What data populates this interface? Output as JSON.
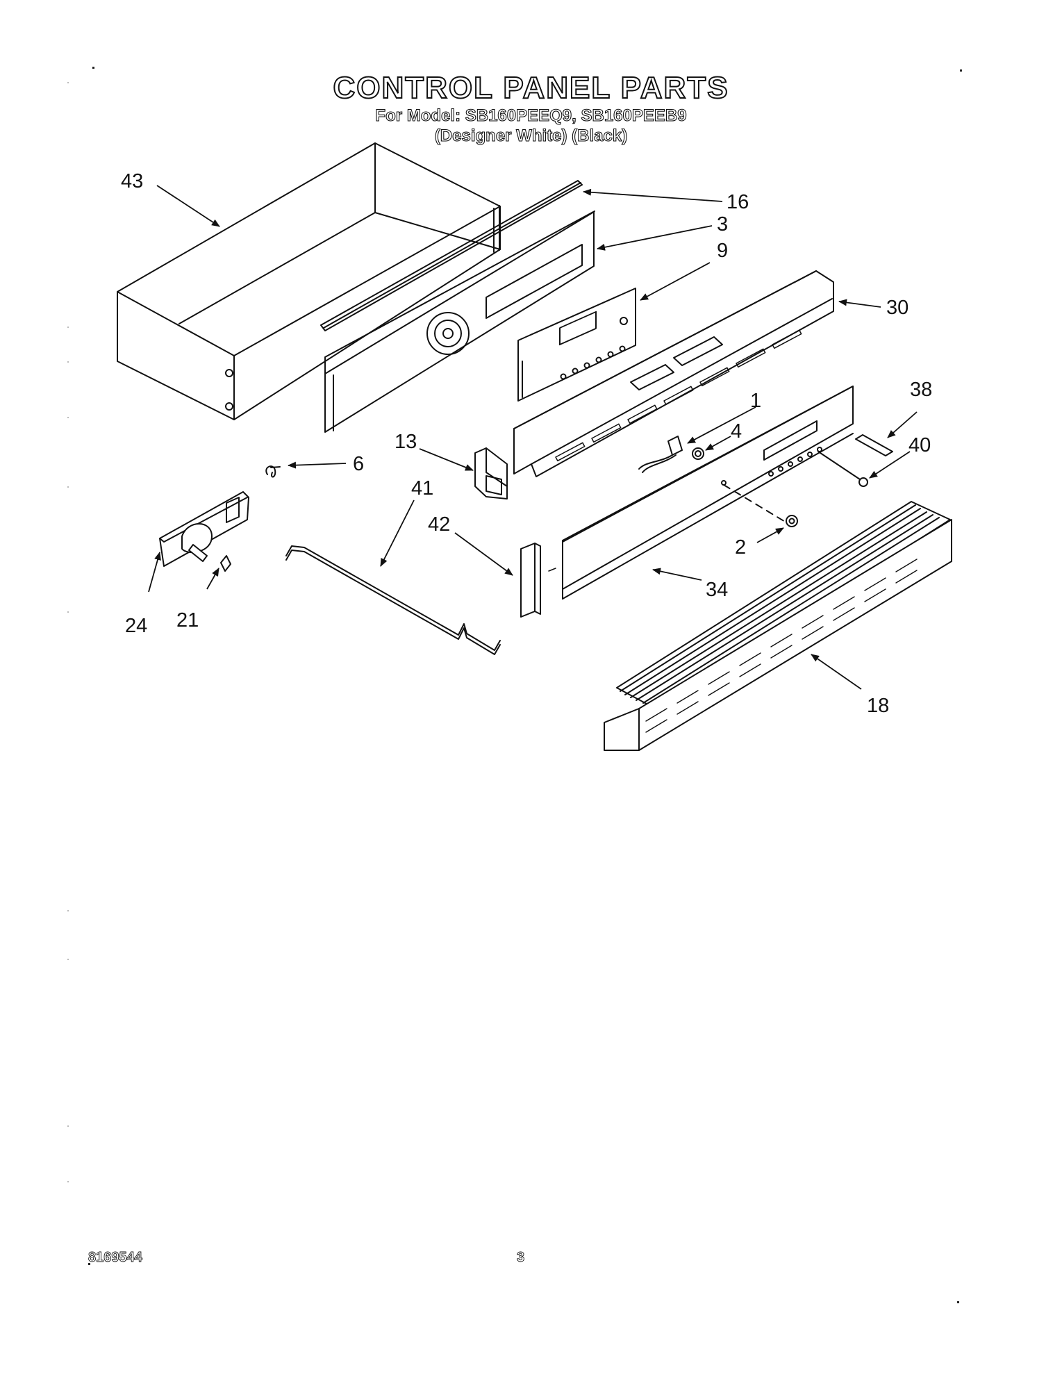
{
  "header": {
    "title": "CONTROL PANEL PARTS",
    "subtitle_models": "For Model: SB160PEEQ9, SB160PEEB9",
    "subtitle_colors": "(Designer White)  (Black)"
  },
  "callouts": [
    "43",
    "16",
    "3",
    "9",
    "30",
    "1",
    "38",
    "40",
    "4",
    "13",
    "6",
    "41",
    "42",
    "2",
    "34",
    "24",
    "21",
    "18"
  ],
  "footer": {
    "doc_number": "8169544",
    "page_number": "3"
  }
}
